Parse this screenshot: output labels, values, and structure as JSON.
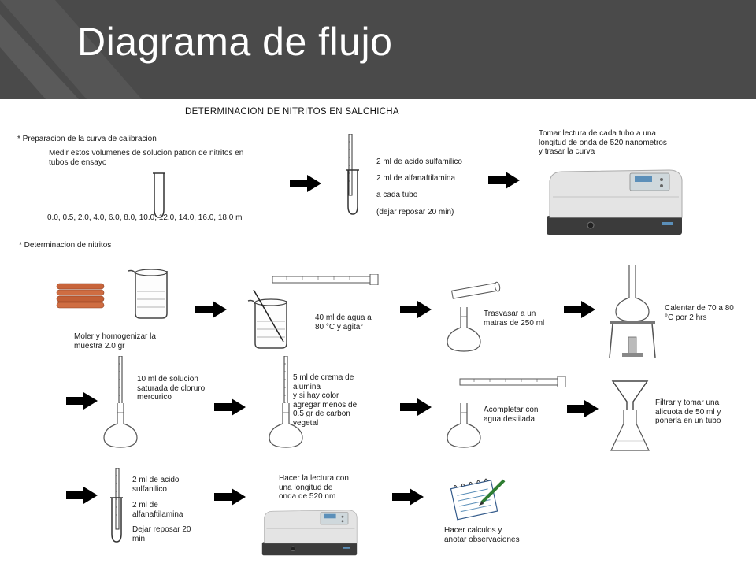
{
  "slide_title": "Diagrama de flujo",
  "figure_title": "DETERMINACION DE NITRITOS EN SALCHICHA",
  "section1": {
    "heading": "*  Preparacion de la curva de calibracion",
    "measure": "Medir estos volumenes de solucion patron de nitritos en\ntubos de ensayo",
    "volumes": "0.0, 0.5, 2.0, 4.0, 6.0, 8.0, 10.0, 12.0, 14.0, 16.0, 18.0 ml",
    "reagent1": "2 ml de acido sulfamilico",
    "reagent2": "2 ml de alfanaftilamina",
    "reagent3": "a cada tubo",
    "rest": "(dejar reposar 20 min)",
    "read": "Tomar lectura de cada tubo a una\nlongitud de onda de 520 nanometros\ny trasar la curva"
  },
  "section2": {
    "heading": "* Determinacion de nitritos",
    "step1": "Moler y homogenizar la\nmuestra 2.0 gr",
    "step2": "40 ml de agua a\n80 °C y agitar",
    "step3": "Trasvasar a un\nmatras de 250 ml",
    "step4": "Calentar de 70 a 80\n°C por 2 hrs",
    "step5": "10 ml de solucion\nsaturada de cloruro\nmercurico",
    "step6": "5 ml de crema de\nalumina\ny si hay color\nagregar menos de\n0.5 gr de carbon\nvegetal",
    "step7": "Acompletar con\nagua destilada",
    "step8": "Filtrar y tomar una\nalicuota de 50 ml y\nponerla en un tubo",
    "step9a": "2 ml de acido\nsulfanilico",
    "step9b": "2 ml de\nalfanaftilamina",
    "step9c": "Dejar reposar 20\nmin.",
    "step10": "Hacer la lectura con\nuna longitud de\nonda de 520 nm",
    "step11": "Hacer calculos y\nanotar observaciones"
  },
  "icons": {
    "arrow": "right-arrow-icon",
    "test_tube": "test-tube-icon",
    "pipette": "pipette-icon",
    "beaker": "beaker-icon",
    "graduated_cylinder": "graduated-cylinder-icon",
    "volumetric_flask": "volumetric-flask-icon",
    "erlenmeyer": "erlenmeyer-flask-icon",
    "funnel": "funnel-icon",
    "spectrophotometer": "spectrophotometer-icon",
    "sausages": "sausages-icon",
    "notepad": "notepad-pencil-icon"
  },
  "colors": {
    "header_bg": "#4a4a4a",
    "header_text": "#ffffff",
    "arrow": "#000000",
    "sausage": "#c8643a"
  }
}
